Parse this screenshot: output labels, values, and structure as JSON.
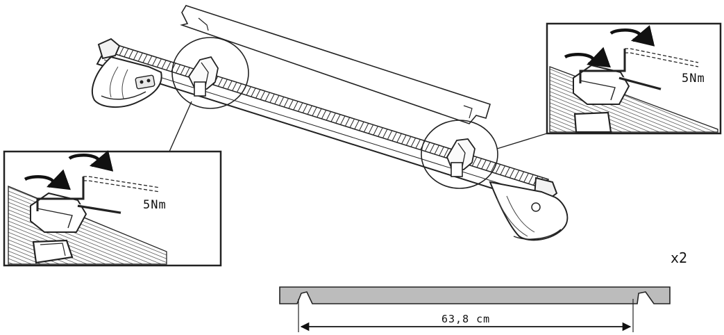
{
  "torque_left": "5Nm",
  "torque_right": "5Nm",
  "quantity": "x2",
  "strip_length": "63,8 cm"
}
